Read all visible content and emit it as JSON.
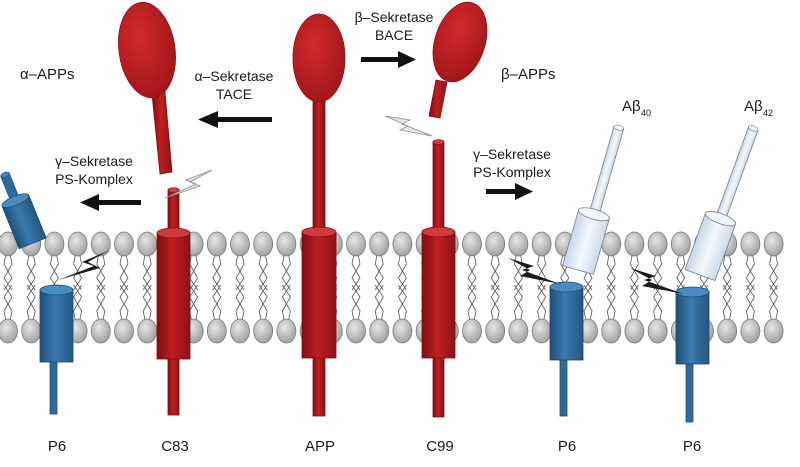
{
  "labels": {
    "alpha_apps": "α–APPs",
    "beta_apps": "β–APPs",
    "alpha_sekretase": "α–Sekretase",
    "tace": "TACE",
    "beta_sekretase": "β–Sekretase",
    "bace": "BACE",
    "gamma_sekretase_left": "γ–Sekretase",
    "ps_komplex_left": "PS-Komplex",
    "gamma_sekretase_right": "γ–Sekretase",
    "ps_komplex_right": "PS-Komplex",
    "abeta40_main": "Aβ",
    "abeta40_sub": "40",
    "abeta42_main": "Aβ",
    "abeta42_sub": "42"
  },
  "bottom_labels": {
    "p6_left": "P6",
    "c83": "C83",
    "app": "APP",
    "c99": "C99",
    "p6_mid": "P6",
    "p6_right": "P6"
  },
  "colors": {
    "red": "#b81a1e",
    "blue": "#2f6a9a",
    "light_blue": "#e6eef8",
    "lipid": "#b8b8b8"
  }
}
